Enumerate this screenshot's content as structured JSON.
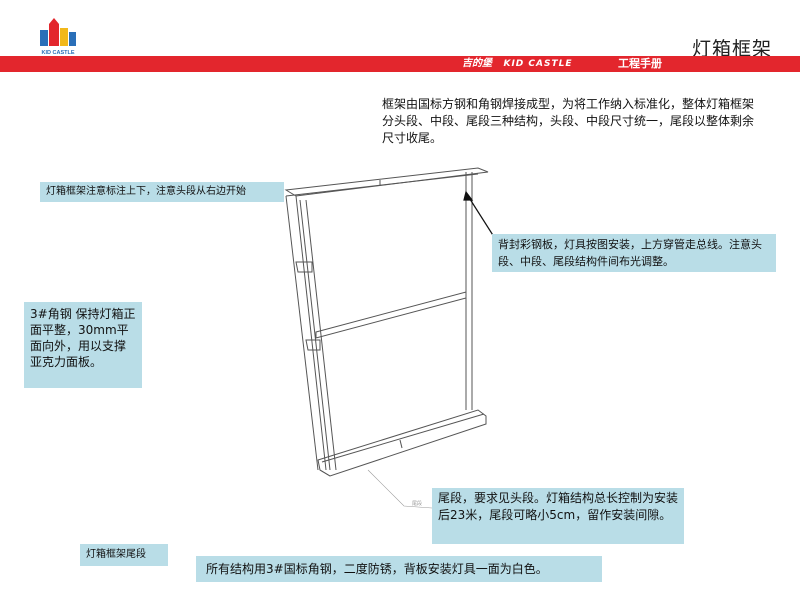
{
  "header": {
    "logo_text": "KID CASTLE",
    "page_title": "灯箱框架"
  },
  "band": {
    "brand": "吉的堡",
    "brand_en": "KID CASTLE",
    "manual": "工程手册"
  },
  "intro": {
    "text": "框架由国标方钢和角钢焊接成型，为将工作纳入标准化，整体灯箱框架分头段、中段、尾段三种结构，头段、中段尺寸统一，尾段以整体剩余尺寸收尾。"
  },
  "notes": {
    "top": "灯箱框架注意标注上下，注意头段从右边开始",
    "left": "3#角钢 保持灯箱正面平整，30mm平面向外，用以支撑亚克力面板。",
    "right": "背封彩钢板，灯具按图安装，上方穿管走总线。注意头段、中段、尾段结构件间布光调整。",
    "bottom": "尾段，要求见头段。灯箱结构总长控制为安装后23米，尾段可略小5cm，留作安装间隙。",
    "footer_left": "灯箱框架尾段",
    "footer": "所有结构用3#国标角钢，二度防锈，背板安装灯具一面为白色。"
  },
  "diagram": {
    "tiny_label": "尾段"
  },
  "colors": {
    "red_band": "#e3262d",
    "note_bg": "#b9dde7",
    "frame_stroke": "#555555"
  }
}
